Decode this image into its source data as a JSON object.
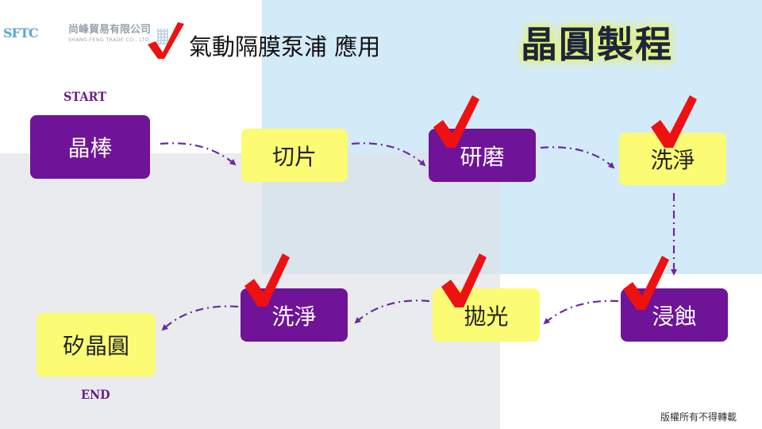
{
  "header": {
    "company_name": "尚峰貿易有限公司",
    "company_name_en": "SHANG-FENG TRADE CO., LTD.",
    "logo_mark": "SFTC",
    "subtitle": "氣動隔膜泵浦 應用",
    "title": "晶圓製程"
  },
  "flow": {
    "start_label": "START",
    "end_label": "END",
    "steps": [
      {
        "label": "晶棒",
        "style": "purple",
        "checked": false
      },
      {
        "label": "切片",
        "style": "yellow",
        "checked": false
      },
      {
        "label": "研磨",
        "style": "purple",
        "checked": true
      },
      {
        "label": "洗淨",
        "style": "yellow",
        "checked": true
      },
      {
        "label": "浸蝕",
        "style": "purple",
        "checked": true
      },
      {
        "label": "拋光",
        "style": "yellow",
        "checked": true
      },
      {
        "label": "洗淨",
        "style": "purple",
        "checked": true
      },
      {
        "label": "矽晶圓",
        "style": "yellow",
        "checked": false
      }
    ]
  },
  "footer": {
    "copyright": "版權所有不得轉載"
  },
  "colors": {
    "purple": "#6f1399",
    "yellow": "#fbfb74",
    "check_red": "#ee1111",
    "arrow": "#6b2aa0",
    "title_glow": "#e6f26a"
  },
  "icons": {
    "check": "check-mark-icon",
    "arrow": "dash-dot-arrow-icon"
  }
}
